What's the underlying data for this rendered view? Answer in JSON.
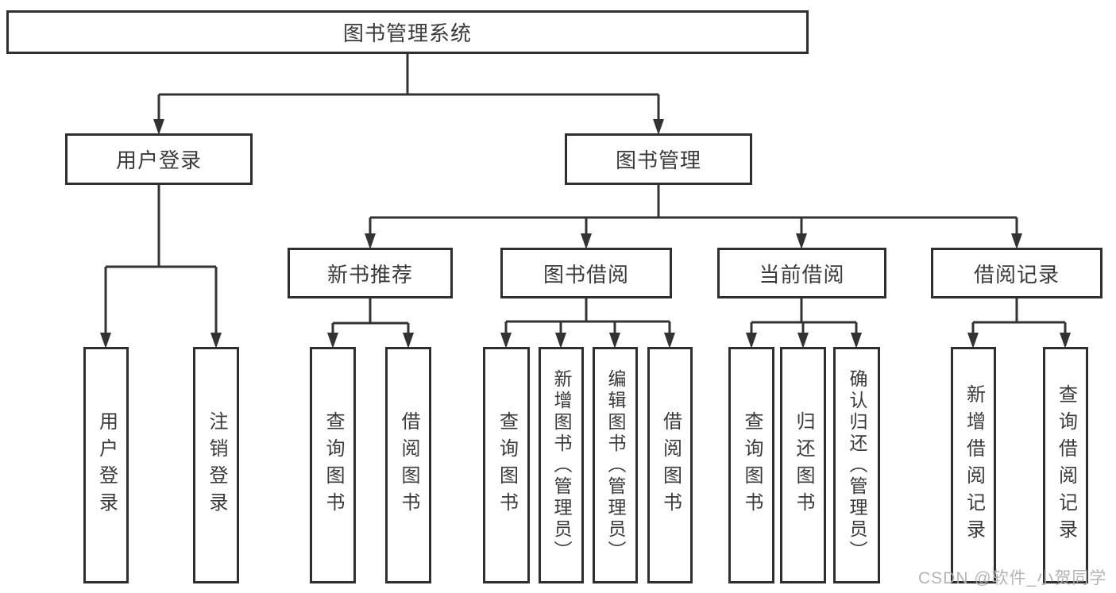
{
  "diagram": {
    "root": "图书管理系统",
    "level2": {
      "user_login": "用户登录",
      "book_mgmt": "图书管理"
    },
    "level3": {
      "new_book": "新书推荐",
      "book_borrow": "图书借阅",
      "current_borrow": "当前借阅",
      "borrow_record": "借阅记录"
    },
    "leaves": {
      "user_login": "用户登录",
      "logout": "注销登录",
      "nb_query": "查询图书",
      "nb_borrow": "借阅图书",
      "bb_query": "查询图书",
      "bb_add": "新增图书（管理员）",
      "bb_edit": "编辑图书（管理员）",
      "bb_borrow": "借阅图书",
      "cb_query": "查询图书",
      "cb_return": "归还图书",
      "cb_confirm": "确认归还（管理员）",
      "br_add": "新增借阅记录",
      "br_query": "查询借阅记录"
    }
  },
  "watermark": "CSDN @软件_小贺同学",
  "colors": {
    "line": "#333333",
    "text": "#3a3a3a",
    "box_background": "#ffffff",
    "watermark": "#b0b0b0"
  }
}
